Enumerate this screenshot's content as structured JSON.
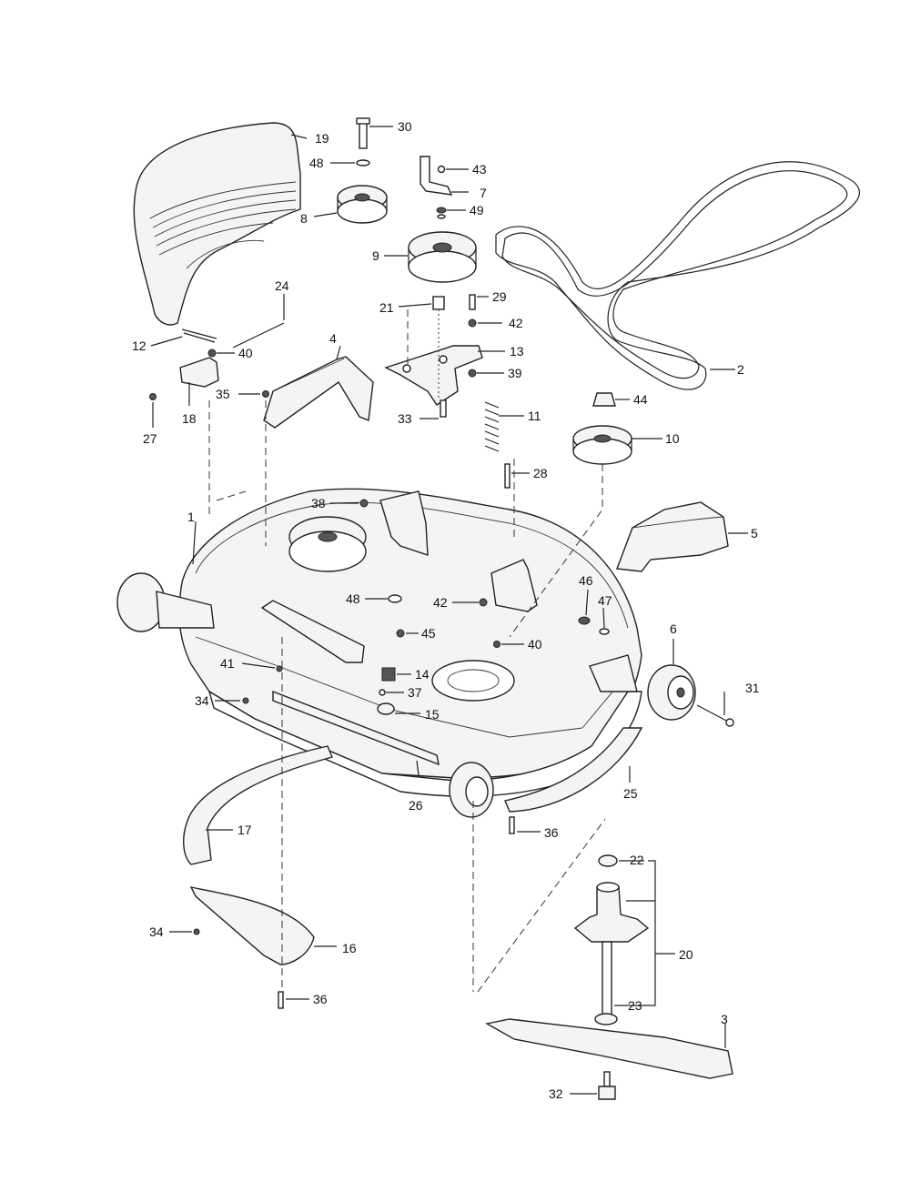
{
  "labels": [
    "1",
    "2",
    "3",
    "4",
    "5",
    "6",
    "7",
    "8",
    "9",
    "10",
    "11",
    "12",
    "13",
    "14",
    "15",
    "16",
    "17",
    "18",
    "19",
    "20",
    "21",
    "22",
    "23",
    "24",
    "25",
    "26",
    "27",
    "28",
    "29",
    "30",
    "31",
    "32",
    "33",
    "34",
    "35",
    "36",
    "37",
    "38",
    "39",
    "40",
    "41",
    "42",
    "43",
    "44",
    "45",
    "46",
    "47",
    "48",
    "49"
  ],
  "colors": {
    "ink": "#222222",
    "paper": "#ffffff"
  }
}
